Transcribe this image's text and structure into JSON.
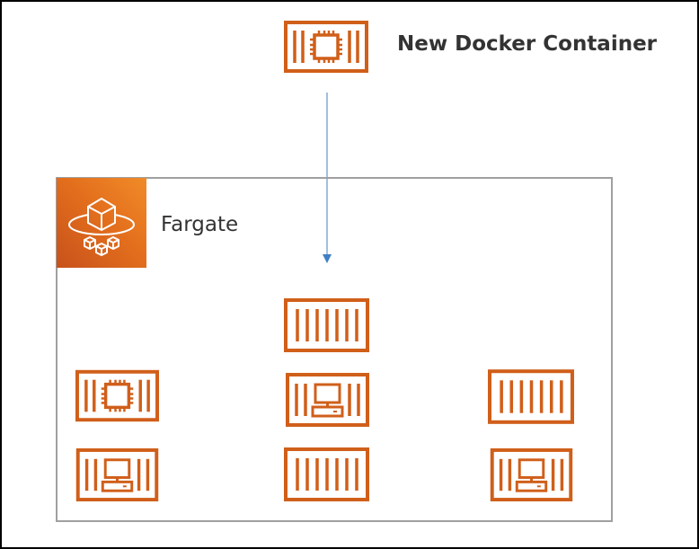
{
  "title": "New Docker Container",
  "service": {
    "label": "Fargate",
    "icon": "fargate-icon",
    "accent_color": "#e36f1d"
  },
  "colors": {
    "container_stroke": "#d05f1a",
    "arrow": "#6a9fd0",
    "box_border": "#a0a0a0",
    "text": "#333333"
  },
  "new_container": {
    "type": "cpu",
    "icon": "container-cpu-icon"
  },
  "containers": [
    {
      "row": 1,
      "col": 2,
      "type": "plain",
      "icon": "container-icon"
    },
    {
      "row": 2,
      "col": 1,
      "type": "cpu",
      "icon": "container-cpu-icon"
    },
    {
      "row": 2,
      "col": 2,
      "type": "monitor",
      "icon": "container-monitor-icon"
    },
    {
      "row": 2,
      "col": 3,
      "type": "plain",
      "icon": "container-icon"
    },
    {
      "row": 3,
      "col": 1,
      "type": "monitor",
      "icon": "container-monitor-icon"
    },
    {
      "row": 3,
      "col": 2,
      "type": "plain",
      "icon": "container-icon"
    },
    {
      "row": 3,
      "col": 3,
      "type": "monitor",
      "icon": "container-monitor-icon"
    }
  ]
}
